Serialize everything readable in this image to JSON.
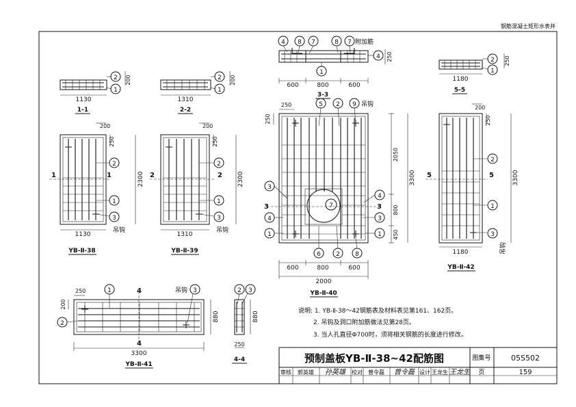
{
  "header": {
    "title": "钢筋混凝土矩形水表井"
  },
  "views": {
    "s11": {
      "label": "1-1",
      "dim": "1130",
      "h": "200",
      "callouts": [
        "2",
        "1"
      ]
    },
    "s22": {
      "label": "2-2",
      "dim": "1310",
      "h": "200",
      "callouts": [
        "2",
        "1"
      ]
    },
    "s33": {
      "label": "3-3",
      "dims": [
        "600",
        "800",
        "600"
      ],
      "h": "250",
      "callouts": [
        "4",
        "8",
        "7",
        "8",
        "7",
        "4",
        "1"
      ],
      "note": "附加筋"
    },
    "s55": {
      "label": "5-5",
      "dim": "1180",
      "h": "250",
      "callouts": [
        "2",
        "1"
      ]
    },
    "p38": {
      "label": "YB-Ⅱ-38",
      "w": "1130",
      "h": "2300",
      "top": "200",
      "side": "250",
      "callouts": [
        "2",
        "1",
        "3"
      ],
      "hook": "吊钩",
      "cut": "1"
    },
    "p39": {
      "label": "YB-Ⅱ-39",
      "w": "1310",
      "h": "2300",
      "top": "200",
      "side": "250",
      "callouts": [
        "2",
        "1",
        "3"
      ],
      "hook": "吊钩",
      "cut": "2"
    },
    "p40": {
      "label": "YB-Ⅱ-40",
      "callouts_top": [
        "5",
        "2",
        "9"
      ],
      "hook": "吊钩",
      "left": "250",
      "top": "250",
      "right_dims": [
        "2050",
        "800",
        "450"
      ],
      "total_h": "3300",
      "callouts_left": [
        "3",
        "4",
        "1"
      ],
      "callouts_right": [
        "4",
        "3",
        "1"
      ],
      "hole": "7",
      "callouts_bottom": [
        "6",
        "2",
        "8"
      ],
      "bottom_dims": [
        "600",
        "800",
        "600"
      ],
      "total_w": "2000",
      "cut": "3"
    },
    "p41": {
      "label": "YB-Ⅱ-41",
      "w": "3300",
      "h": "880",
      "top": "250",
      "side": "200",
      "callouts": [
        "1",
        "3",
        "2"
      ],
      "hook": "吊钩",
      "cut": "4"
    },
    "s44": {
      "label": "4-4",
      "h": "880",
      "w": "250",
      "callouts": [
        "3",
        "2"
      ]
    },
    "p42": {
      "label": "YB-Ⅱ-42",
      "w": "1180",
      "h": "3300",
      "top": "200",
      "side": "250",
      "callouts": [
        "2",
        "1",
        "3"
      ],
      "hook": "吊钩",
      "cut": "5"
    }
  },
  "notes": {
    "lines": [
      "说明: 1. YB-Ⅱ-38～42钢筋表及材料表见第161、162页。",
      "2. 吊钩及洞口附加筋做法见第28页。",
      "3. 当人孔直径Φ700时，须将相关钢筋的长度进行修改。"
    ]
  },
  "title_block": {
    "title": "预制盖板YB-Ⅱ-38~42配筋图",
    "atlas_label": "图集号",
    "atlas_no": "05S502",
    "review_label": "审核",
    "reviewer": "郭英雄",
    "review_sig": "孙英雄",
    "check_label": "校对",
    "checker": "曾令磊",
    "check_sig": "曾令磊",
    "design_label": "设计",
    "designer": "王龙生",
    "design_sig": "王龙生",
    "page_label": "页",
    "page_no": "159"
  }
}
